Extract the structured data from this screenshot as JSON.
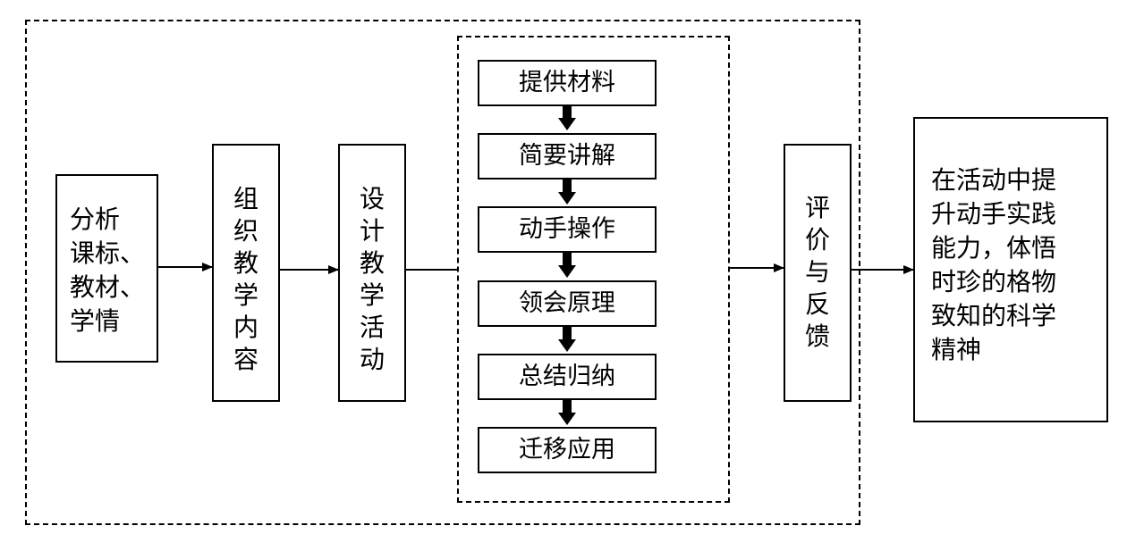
{
  "analyze": {
    "lines": [
      "分析",
      "课标、",
      "教材、",
      "学情"
    ]
  },
  "organize": {
    "chars": [
      "组",
      "织",
      "教",
      "学",
      "内",
      "容"
    ]
  },
  "design": {
    "chars": [
      "设",
      "计",
      "教",
      "学",
      "活",
      "动"
    ]
  },
  "steps": [
    "提供材料",
    "简要讲解",
    "动手操作",
    "领会原理",
    "总结归纳",
    "迁移应用"
  ],
  "evaluate": {
    "chars": [
      "评",
      "价",
      "与",
      "反",
      "馈"
    ]
  },
  "outcome": {
    "lines": [
      "在活动中提",
      "升动手实践",
      "能力，体悟",
      "时珍的格物",
      "致知的科学",
      "精神"
    ]
  }
}
